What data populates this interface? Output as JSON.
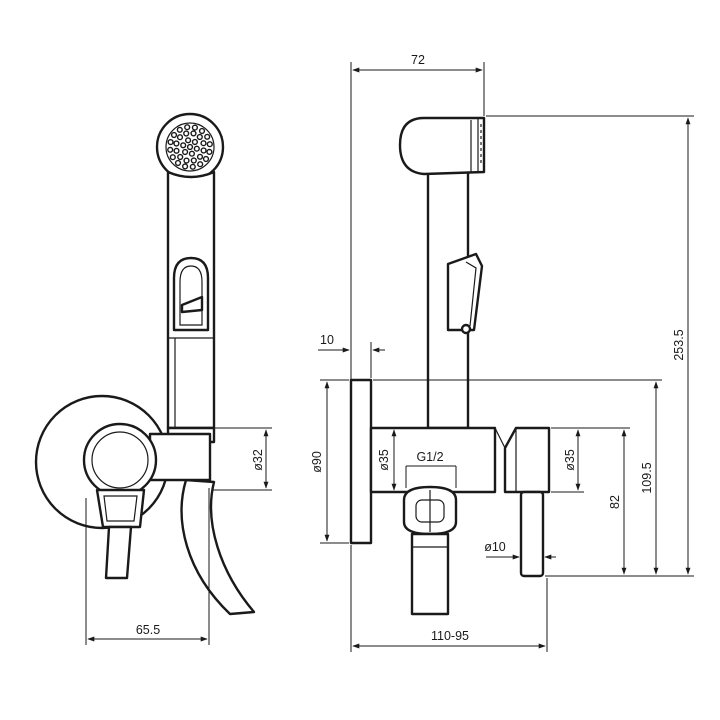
{
  "dimensions": {
    "side_width": "65.5",
    "side_diameter_hose": "ø32",
    "top_width": "72",
    "plate_thickness": "10",
    "plate_diameter": "ø90",
    "body_diameter_left": "ø35",
    "thread": "G1/2",
    "body_diameter_right": "ø35",
    "height_82": "82",
    "height_109": "109.5",
    "total_height": "253.5",
    "pin_diameter": "ø10",
    "depth_range": "110-95"
  }
}
